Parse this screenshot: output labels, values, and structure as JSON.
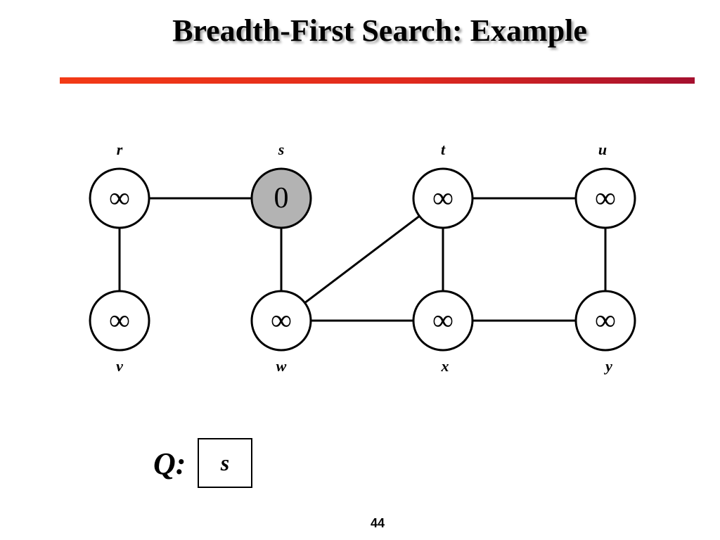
{
  "slide": {
    "title": "Breadth-First Search: Example",
    "page_number": "44"
  },
  "colors": {
    "title_rule_start": "#f33a16",
    "title_rule_end": "#a5102f",
    "discovered_vertex_fill": "#b3b3b3",
    "undiscovered_vertex_fill": "#ffffff"
  },
  "graph": {
    "vertices": [
      {
        "id": "r",
        "label": "r",
        "distance": "∞",
        "discovered": false
      },
      {
        "id": "s",
        "label": "s",
        "distance": "0",
        "discovered": true
      },
      {
        "id": "t",
        "label": "t",
        "distance": "∞",
        "discovered": false
      },
      {
        "id": "u",
        "label": "u",
        "distance": "∞",
        "discovered": false
      },
      {
        "id": "v",
        "label": "v",
        "distance": "∞",
        "discovered": false
      },
      {
        "id": "w",
        "label": "w",
        "distance": "∞",
        "discovered": false
      },
      {
        "id": "x",
        "label": "x",
        "distance": "∞",
        "discovered": false
      },
      {
        "id": "y",
        "label": "y",
        "distance": "∞",
        "discovered": false
      }
    ],
    "edges": [
      [
        "r",
        "s"
      ],
      [
        "r",
        "v"
      ],
      [
        "s",
        "w"
      ],
      [
        "w",
        "t"
      ],
      [
        "w",
        "x"
      ],
      [
        "t",
        "x"
      ],
      [
        "t",
        "u"
      ],
      [
        "x",
        "y"
      ],
      [
        "u",
        "y"
      ]
    ]
  },
  "queue": {
    "label": "Q:",
    "items": [
      "s"
    ]
  }
}
